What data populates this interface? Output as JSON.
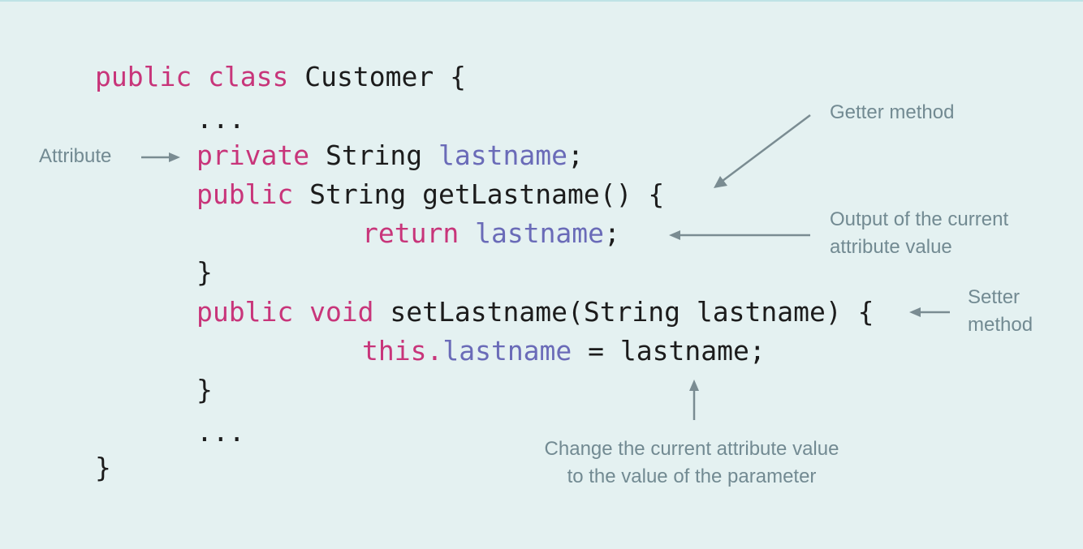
{
  "code": {
    "line1": {
      "kw": "public class",
      "name": "Customer {"
    },
    "line2": {
      "text": "..."
    },
    "line3": {
      "kw": "private",
      "type": "String",
      "field": "lastname",
      "end": ";"
    },
    "line4": {
      "kw": "public",
      "rest": "String getLastname() {"
    },
    "line5": {
      "kw": "return",
      "field": "lastname",
      "end": ";"
    },
    "line6": {
      "text": "}"
    },
    "line7": {
      "kw": "public void",
      "rest": "setLastname(String lastname) {"
    },
    "line8": {
      "kw": "this.",
      "field": "lastname",
      "rest": " = lastname;"
    },
    "line9": {
      "text": "}"
    },
    "line10": {
      "text": "..."
    },
    "line11": {
      "text": "}"
    }
  },
  "annotations": {
    "attribute": "Attribute",
    "getter": "Getter method",
    "output_line1": "Output of the current",
    "output_line2": "attribute value",
    "setter_line1": "Setter",
    "setter_line2": "method",
    "change_line1": "Change the current attribute value",
    "change_line2": "to the value of the parameter"
  },
  "colors": {
    "background": "#e4f1f1",
    "keyword": "#c8357a",
    "field": "#6a6bb8",
    "plain": "#1c1c1c",
    "annotation": "#728a92",
    "arrow": "#7a8c92"
  }
}
